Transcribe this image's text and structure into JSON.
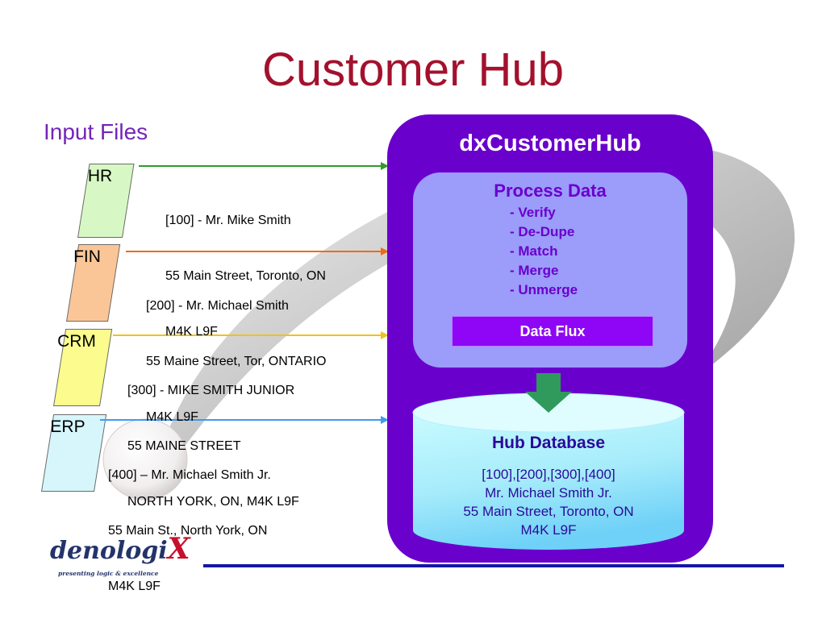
{
  "title": "Customer Hub",
  "input_files_label": "Input Files",
  "inputs": [
    {
      "label": "HR",
      "color": "#d7f8c4",
      "arrow_color": "#2f9a2b",
      "record": [
        "[100] - Mr. Mike Smith",
        "55 Main Street, Toronto, ON",
        "M4K L9F"
      ]
    },
    {
      "label": "FIN",
      "color": "#fbc697",
      "arrow_color": "#ef6a1a",
      "record": [
        "[200] - Mr. Michael Smith",
        "55 Maine Street, Tor, ONTARIO",
        "M4K L9F"
      ]
    },
    {
      "label": "CRM",
      "color": "#fbfb8e",
      "arrow_color": "#f0c21a",
      "record": [
        "[300] - MIKE SMITH JUNIOR",
        "55 MAINE STREET",
        "NORTH YORK, ON, M4K L9F"
      ]
    },
    {
      "label": "ERP",
      "color": "#d6f6fb",
      "arrow_color": "#3f9bef",
      "record": [
        "[400] – Mr. Michael Smith Jr.",
        "55 Main St., North York, ON",
        "M4K L9F"
      ]
    }
  ],
  "hub": {
    "title": "dxCustomerHub",
    "process": {
      "title": "Process Data",
      "steps": [
        "- Verify",
        "- De-Dupe",
        "- Match",
        "- Merge",
        "- Unmerge"
      ]
    },
    "flux_label": "Data Flux",
    "database": {
      "title": "Hub Database",
      "record": [
        "[100],[200],[300],[400]",
        "Mr. Michael Smith Jr.",
        "55 Main Street, Toronto, ON",
        "M4K L9F"
      ]
    }
  },
  "colors": {
    "title": "#a3112d",
    "hub": "#6a00cc",
    "process": "#9c9cfa",
    "flux": "#8e06f5",
    "db_top": "#c8fbff",
    "db_bottom": "#6fd1f7",
    "down_arrow": "#2f9a5b"
  },
  "logo": {
    "main": "denologi",
    "accent": "X",
    "tagline": "presenting logic & excellence"
  }
}
